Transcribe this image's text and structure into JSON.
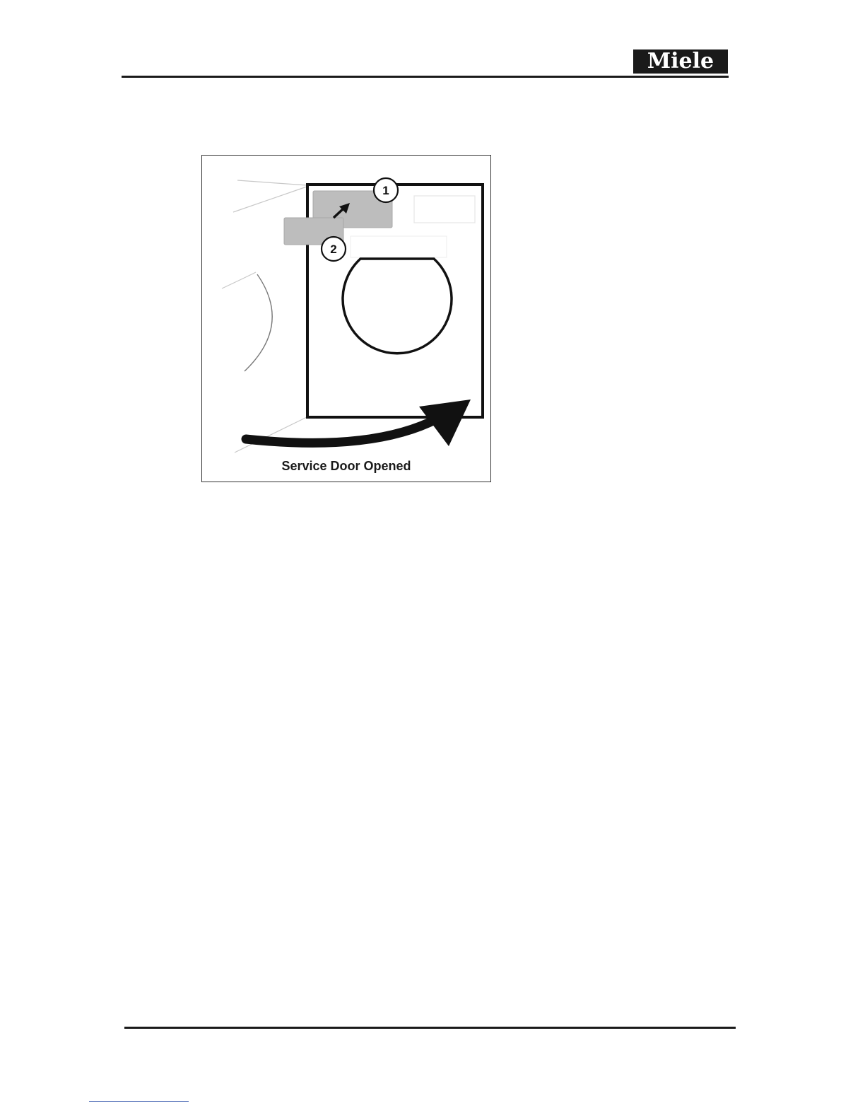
{
  "header": {
    "brand_logo": "Miele"
  },
  "figure": {
    "caption": "Service Door Opened",
    "callouts": [
      {
        "label": "1"
      },
      {
        "label": "2"
      }
    ]
  }
}
